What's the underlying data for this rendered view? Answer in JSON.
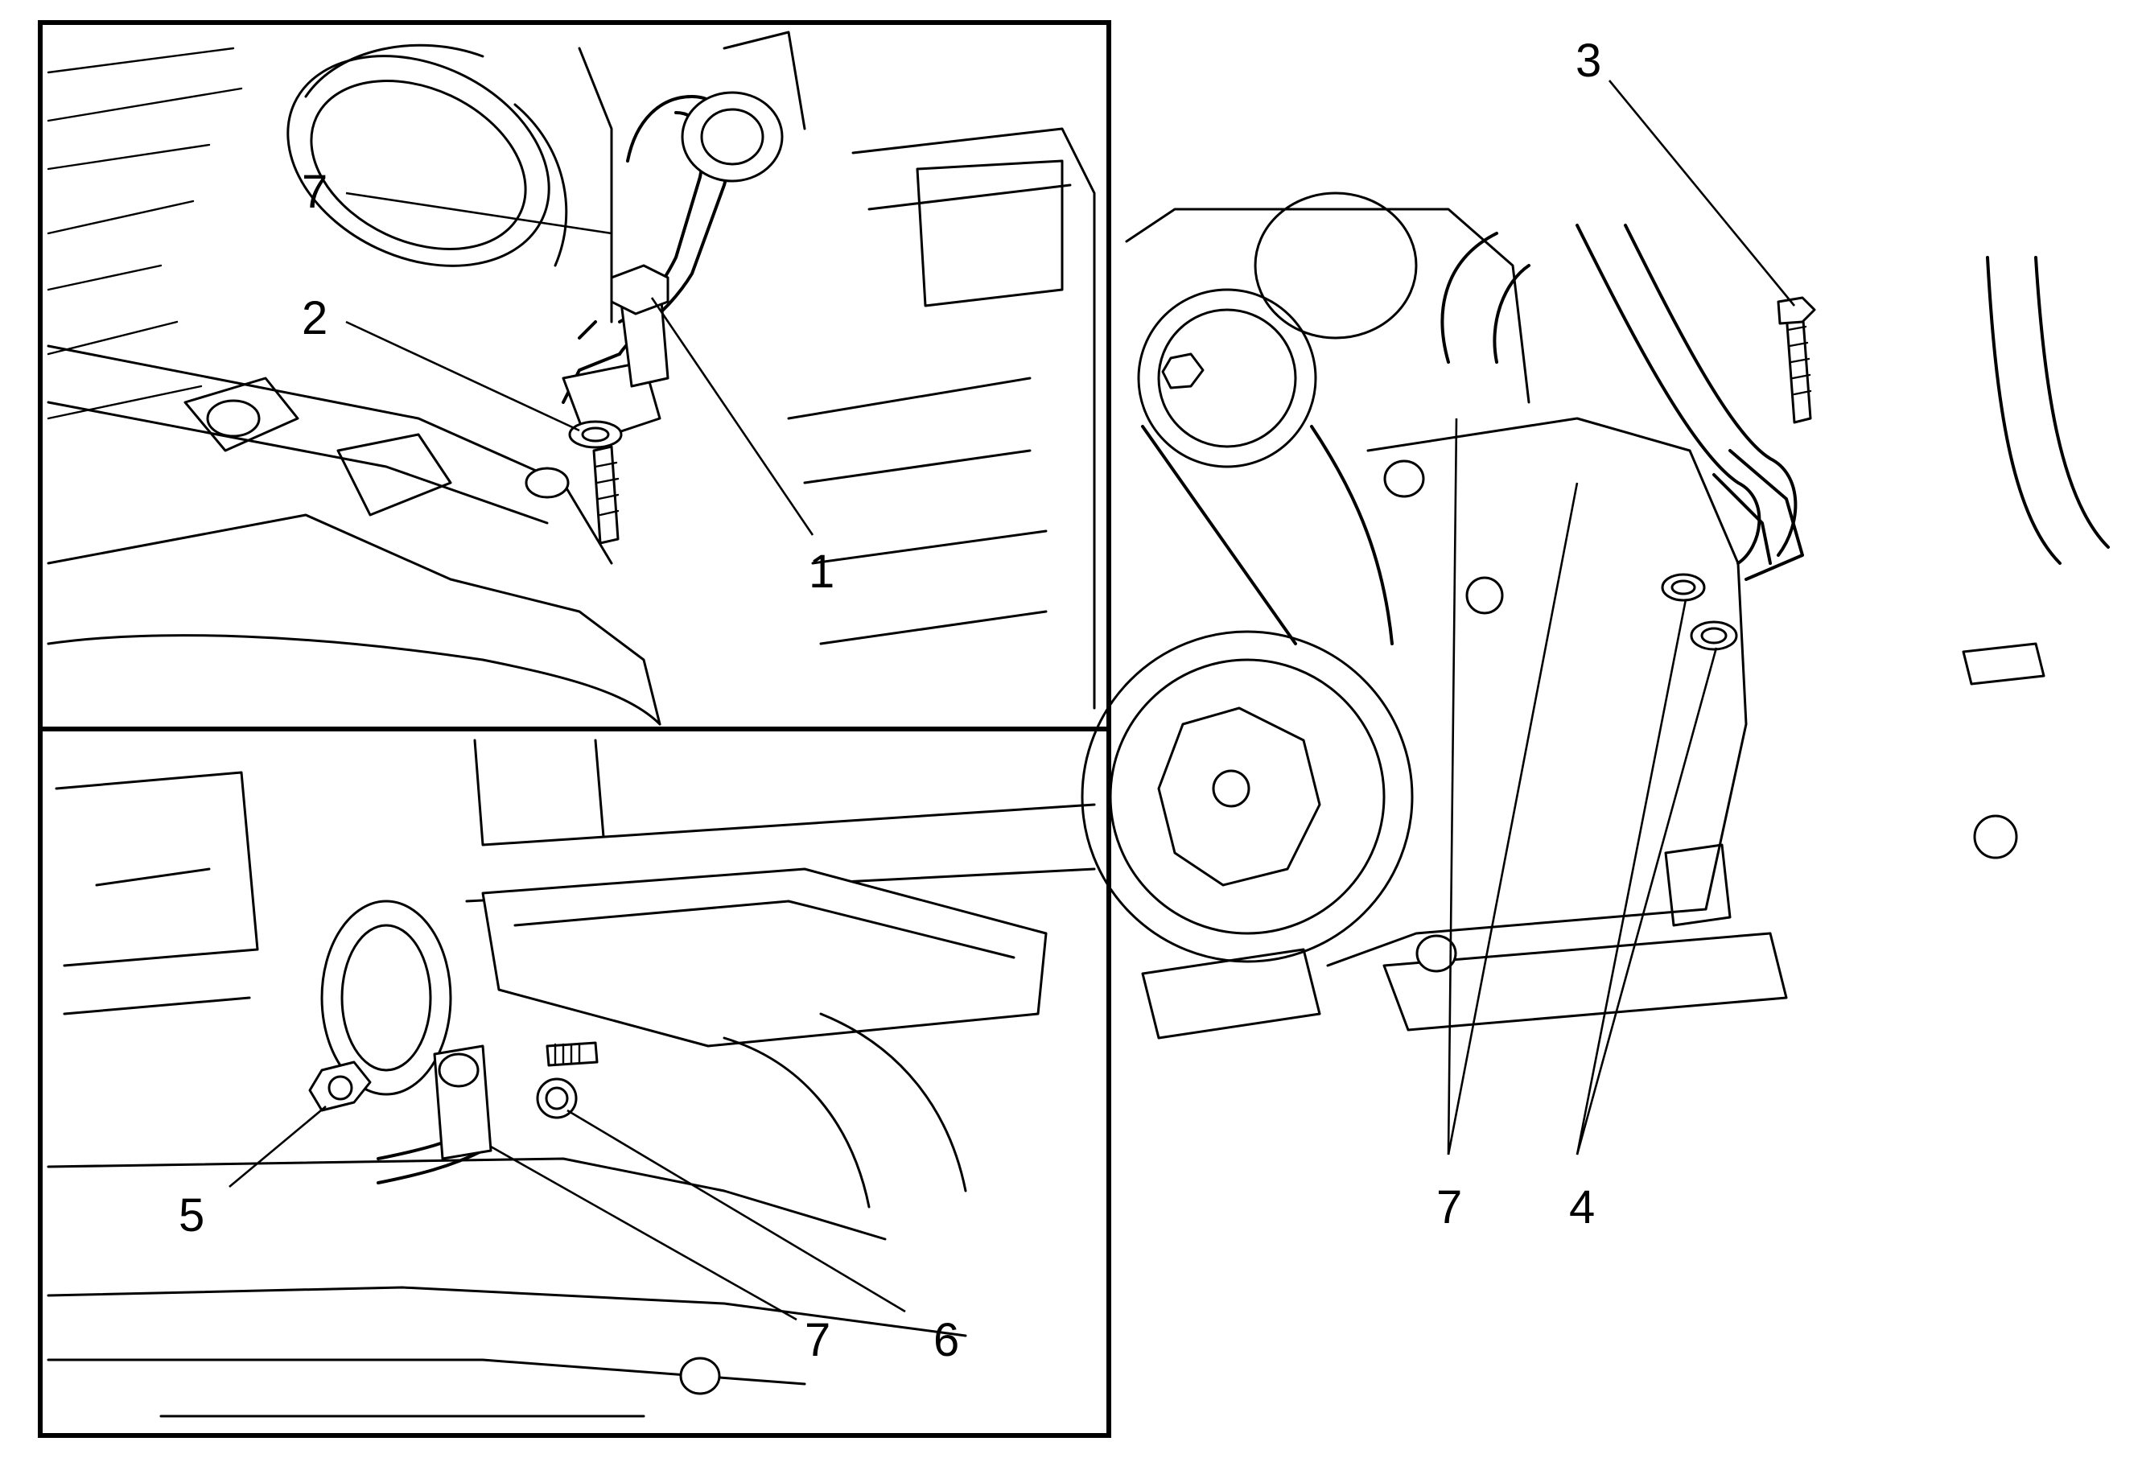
{
  "callouts": {
    "c1": "1",
    "c2": "2",
    "c3": "3",
    "c4": "4",
    "c5": "5",
    "c6": "6",
    "c7_top": "7",
    "c7_bottom": "7",
    "c7_right": "7"
  }
}
